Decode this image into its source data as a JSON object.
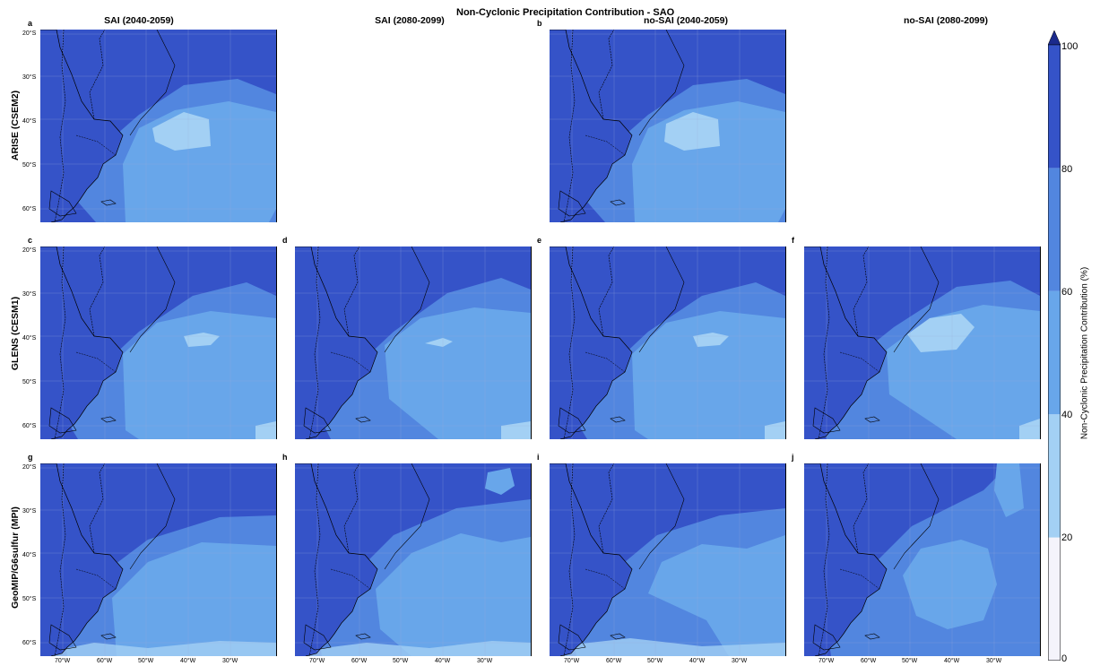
{
  "figure": {
    "title": "Non-Cyclonic Precipitation Contribution - SAO",
    "columns": [
      "SAI (2040-2059)",
      "SAI (2080-2099)",
      "no-SAI (2040-2059)",
      "no-SAI (2080-2099)"
    ],
    "rows": [
      "ARISE (CSEM2)",
      "GLENS (CESM1)",
      "GeoMIP/G6sulfur (MPI)"
    ],
    "panels": [
      {
        "label": "a",
        "row": 0,
        "col": 0
      },
      {
        "label": "b",
        "row": 0,
        "col": 2
      },
      {
        "label": "c",
        "row": 1,
        "col": 0
      },
      {
        "label": "d",
        "row": 1,
        "col": 1
      },
      {
        "label": "e",
        "row": 1,
        "col": 2
      },
      {
        "label": "f",
        "row": 1,
        "col": 3
      },
      {
        "label": "g",
        "row": 2,
        "col": 0
      },
      {
        "label": "h",
        "row": 2,
        "col": 1
      },
      {
        "label": "i",
        "row": 2,
        "col": 2
      },
      {
        "label": "j",
        "row": 2,
        "col": 3
      }
    ],
    "lat_ticks": [
      "20°S",
      "30°S",
      "40°S",
      "50°S",
      "60°S"
    ],
    "lon_ticks": [
      "70°W",
      "60°W",
      "50°W",
      "40°W",
      "30°W"
    ]
  },
  "colorbar": {
    "label": "Non-Cyclonic Precipitation Contribution (%)",
    "ticks": [
      "100",
      "80",
      "60",
      "40",
      "20",
      "0"
    ],
    "levels": [
      {
        "range": [
          0,
          20
        ],
        "color": "#f4f3fb"
      },
      {
        "range": [
          20,
          40
        ],
        "color": "#a3d0f4"
      },
      {
        "range": [
          40,
          60
        ],
        "color": "#68a6ea"
      },
      {
        "range": [
          60,
          80
        ],
        "color": "#5286df"
      },
      {
        "range": [
          80,
          100
        ],
        "color": "#3553c8"
      }
    ],
    "extend": "max",
    "extend_color": "#1b2a8c"
  }
}
